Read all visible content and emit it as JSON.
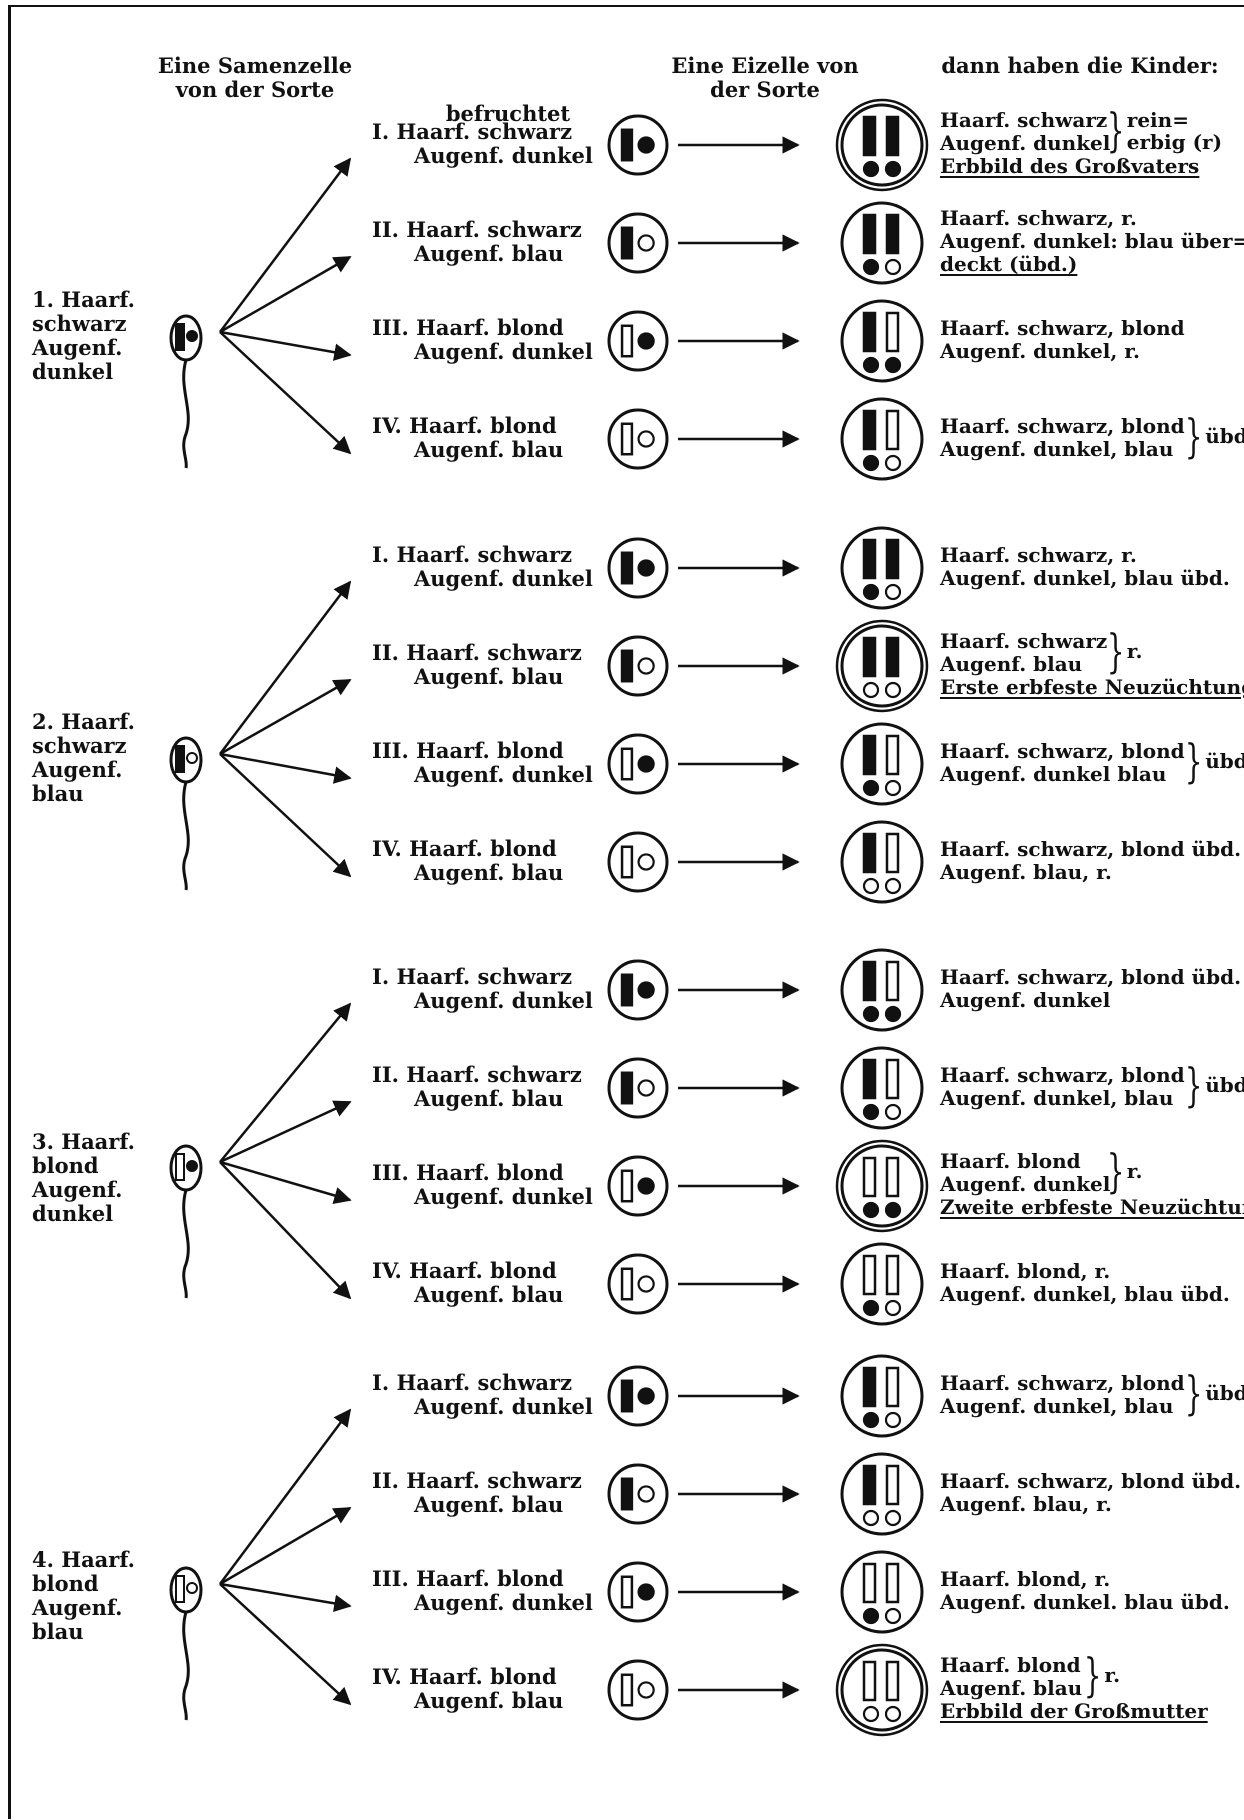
{
  "headers": {
    "sperm": [
      "Eine Samenzelle",
      "von der Sorte"
    ],
    "fertilizes": "befruchtet",
    "egg": [
      "Eine Eizelle von",
      "der Sorte"
    ],
    "children": "dann haben die Kinder:"
  },
  "groups": [
    {
      "father_lines": [
        "1. Haarf.",
        "schwarz",
        "Augenf.",
        "dunkel"
      ],
      "rows": [
        {
          "numeral": "I.",
          "eggLines": [
            "Haarf. schwarz",
            "Augenf. dunkel"
          ],
          "resultLines": [
            "Haarf. schwarz",
            "Augenf. dunkel",
            "Erbbild des Großvaters"
          ],
          "braceSuffix": [
            "rein=",
            "erbig (r)"
          ]
        },
        {
          "numeral": "II.",
          "eggLines": [
            "Haarf. schwarz",
            "Augenf. blau"
          ],
          "resultLines": [
            "Haarf. schwarz, r.",
            "Augenf. dunkel: blau über=",
            "deckt (übd.)"
          ],
          "braceSuffix": []
        },
        {
          "numeral": "III.",
          "eggLines": [
            "Haarf. blond",
            "Augenf. dunkel"
          ],
          "resultLines": [
            "Haarf. schwarz, blond",
            "Augenf. dunkel, r."
          ],
          "braceSuffix": []
        },
        {
          "numeral": "IV.",
          "eggLines": [
            "Haarf. blond",
            "Augenf. blau"
          ],
          "resultLines": [
            "Haarf. schwarz, blond",
            "Augenf. dunkel, blau"
          ],
          "braceSuffix": [
            "übd."
          ]
        }
      ]
    },
    {
      "father_lines": [
        "2. Haarf.",
        "schwarz",
        "Augenf.",
        "blau"
      ],
      "rows": [
        {
          "numeral": "I.",
          "eggLines": [
            "Haarf. schwarz",
            "Augenf. dunkel"
          ],
          "resultLines": [
            "Haarf. schwarz, r.",
            "Augenf. dunkel, blau übd."
          ],
          "braceSuffix": []
        },
        {
          "numeral": "II.",
          "eggLines": [
            "Haarf. schwarz",
            "Augenf. blau"
          ],
          "resultLines": [
            "Haarf. schwarz",
            "Augenf. blau",
            "Erste erbfeste Neuzüchtung"
          ],
          "braceSuffix": [
            "r."
          ]
        },
        {
          "numeral": "III.",
          "eggLines": [
            "Haarf. blond",
            "Augenf. dunkel"
          ],
          "resultLines": [
            "Haarf. schwarz, blond",
            "Augenf. dunkel blau"
          ],
          "braceSuffix": [
            "übd."
          ]
        },
        {
          "numeral": "IV.",
          "eggLines": [
            "Haarf. blond",
            "Augenf. blau"
          ],
          "resultLines": [
            "Haarf. schwarz, blond übd.",
            "Augenf. blau, r."
          ],
          "braceSuffix": []
        }
      ]
    },
    {
      "father_lines": [
        "3. Haarf.",
        "blond",
        "Augenf.",
        "dunkel"
      ],
      "rows": [
        {
          "numeral": "I.",
          "eggLines": [
            "Haarf. schwarz",
            "Augenf. dunkel"
          ],
          "resultLines": [
            "Haarf. schwarz, blond übd.",
            "Augenf. dunkel"
          ],
          "braceSuffix": []
        },
        {
          "numeral": "II.",
          "eggLines": [
            "Haarf. schwarz",
            "Augenf. blau"
          ],
          "resultLines": [
            "Haarf. schwarz, blond",
            "Augenf. dunkel, blau"
          ],
          "braceSuffix": [
            "übd."
          ]
        },
        {
          "numeral": "III.",
          "eggLines": [
            "Haarf. blond",
            "Augenf. dunkel"
          ],
          "resultLines": [
            "Haarf. blond",
            "Augenf. dunkel",
            "Zweite erbfeste Neuzüchtung"
          ],
          "braceSuffix": [
            "r."
          ]
        },
        {
          "numeral": "IV.",
          "eggLines": [
            "Haarf. blond",
            "Augenf. blau"
          ],
          "resultLines": [
            "Haarf. blond, r.",
            "Augenf. dunkel, blau übd."
          ],
          "braceSuffix": []
        }
      ]
    },
    {
      "father_lines": [
        "4. Haarf.",
        "blond",
        "Augenf.",
        "blau"
      ],
      "rows": [
        {
          "numeral": "I.",
          "eggLines": [
            "Haarf. schwarz",
            "Augenf. dunkel"
          ],
          "resultLines": [
            "Haarf. schwarz, blond",
            "Augenf. dunkel, blau"
          ],
          "braceSuffix": [
            "übd."
          ]
        },
        {
          "numeral": "II.",
          "eggLines": [
            "Haarf. schwarz",
            "Augenf. blau"
          ],
          "resultLines": [
            "Haarf. schwarz, blond übd.",
            "Augenf. blau, r."
          ],
          "braceSuffix": []
        },
        {
          "numeral": "III.",
          "eggLines": [
            "Haarf. blond",
            "Augenf. dunkel"
          ],
          "resultLines": [
            "Haarf. blond, r.",
            "Augenf. dunkel. blau übd."
          ],
          "braceSuffix": []
        },
        {
          "numeral": "IV.",
          "eggLines": [
            "Haarf. blond",
            "Augenf. blau"
          ],
          "resultLines": [
            "Haarf. blond",
            "Augenf. blau",
            "Erbbild der Großmutter"
          ],
          "braceSuffix": [
            "r."
          ]
        }
      ]
    }
  ]
}
